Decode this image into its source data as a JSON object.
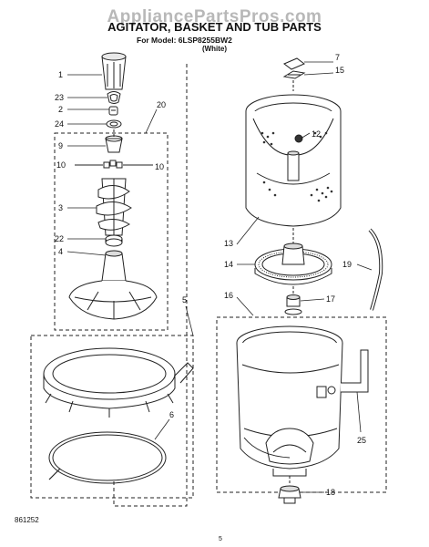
{
  "header": {
    "watermark": "AppliancePartsPros.com",
    "title": "AGITATOR, BASKET AND TUB PARTS",
    "model_line": "For Model: 6LSP8255BW2",
    "color_line": "(White)"
  },
  "footer": {
    "code": "861252",
    "page": "5"
  },
  "callouts": [
    "1",
    "23",
    "2",
    "24",
    "20",
    "9",
    "10",
    "10",
    "3",
    "22",
    "4",
    "5",
    "6",
    "7",
    "15",
    "12",
    "13",
    "14",
    "19",
    "16",
    "17",
    "25",
    "18"
  ],
  "colors": {
    "line": "#222222",
    "shade": "#555555",
    "watermark": "#b8b8b8"
  }
}
